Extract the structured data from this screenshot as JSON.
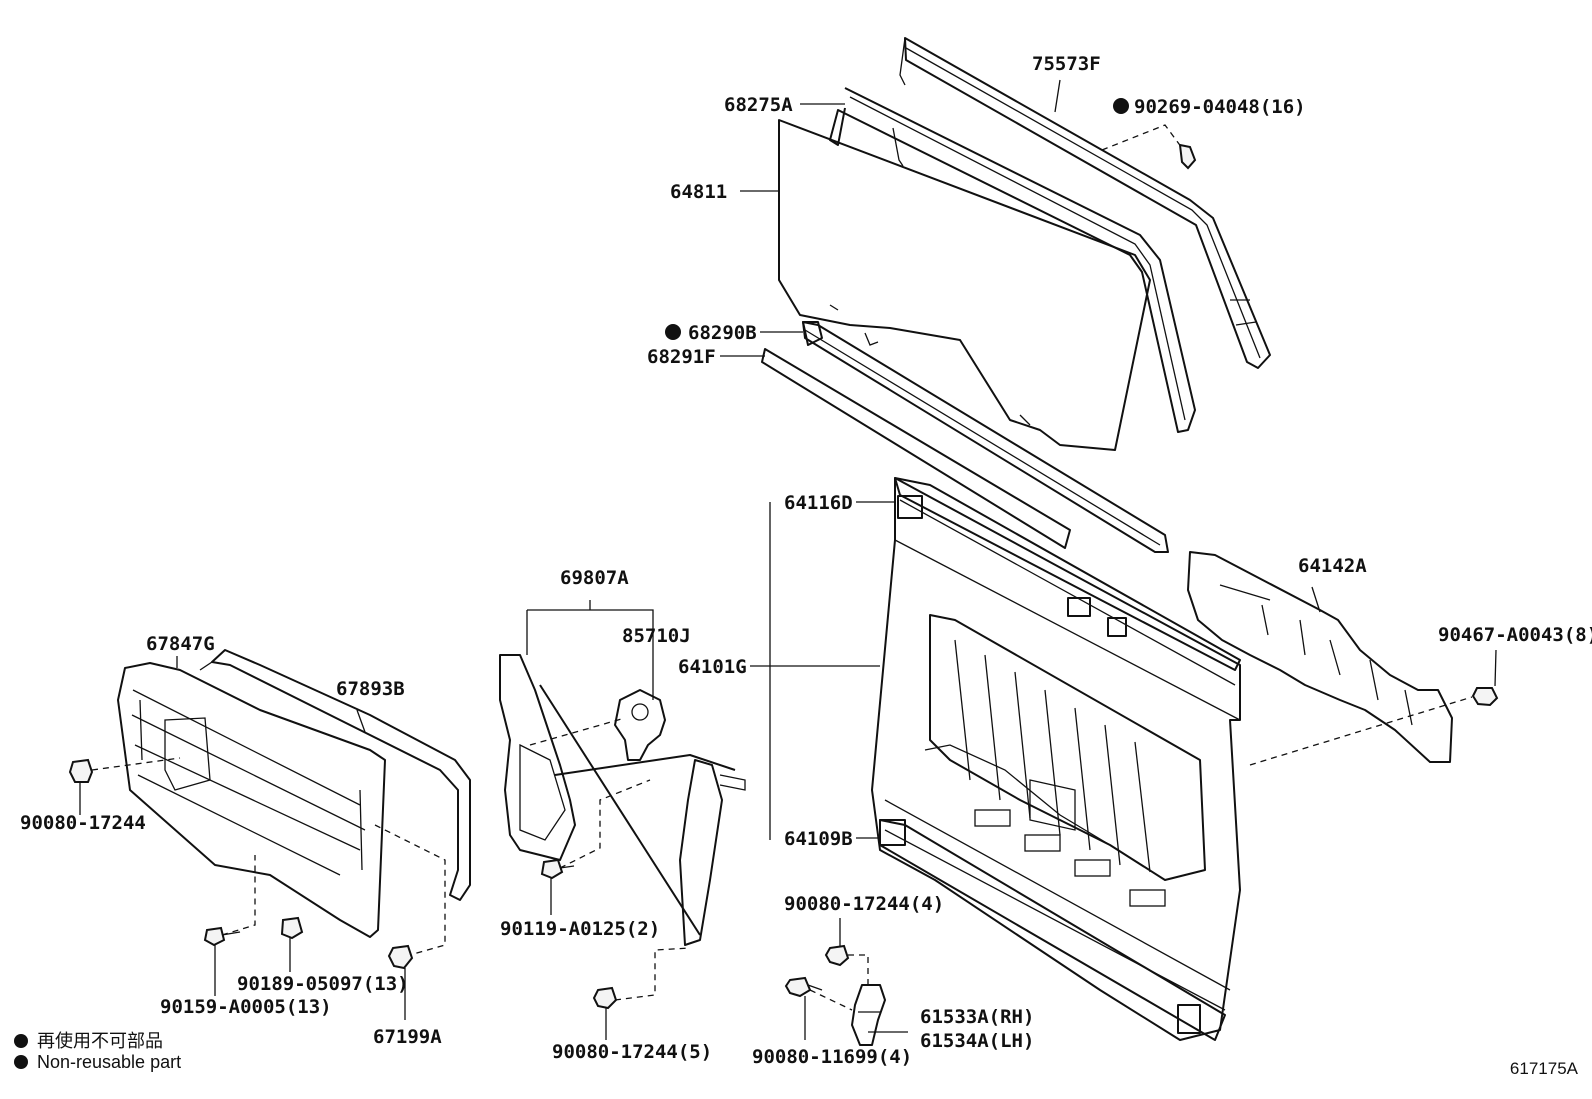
{
  "diagram": {
    "labels": {
      "p75573F": "75573F",
      "p68275A": "68275A",
      "p90269": "90269-04048(16)",
      "p64811": "64811",
      "p68290B": "68290B",
      "p68291F": "68291F",
      "p64116D": "64116D",
      "p64142A": "64142A",
      "p90467": "90467-A0043(8)",
      "p69807A": "69807A",
      "p85710J": "85710J",
      "p64101G": "64101G",
      "p67847G": "67847G",
      "p67893B": "67893B",
      "p90080a": "90080-17244",
      "p64109B": "64109B",
      "p90119": "90119-A0125(2)",
      "p90080b": "90080-17244(4)",
      "p90189": "90189-05097(13)",
      "p90159": "90159-A0005(13)",
      "p67199A": "67199A",
      "p61533A": "61533A(RH)",
      "p61534A": "61534A(LH)",
      "p90080c": "90080-17244(5)",
      "p90080d": "90080-11699(4)"
    },
    "non_reusable_marked": [
      "90269-04048(16)",
      "68290B"
    ]
  },
  "legend": {
    "ja": "再使用不可部品",
    "en": "Non-reusable part"
  },
  "diagram_code": "617175A"
}
